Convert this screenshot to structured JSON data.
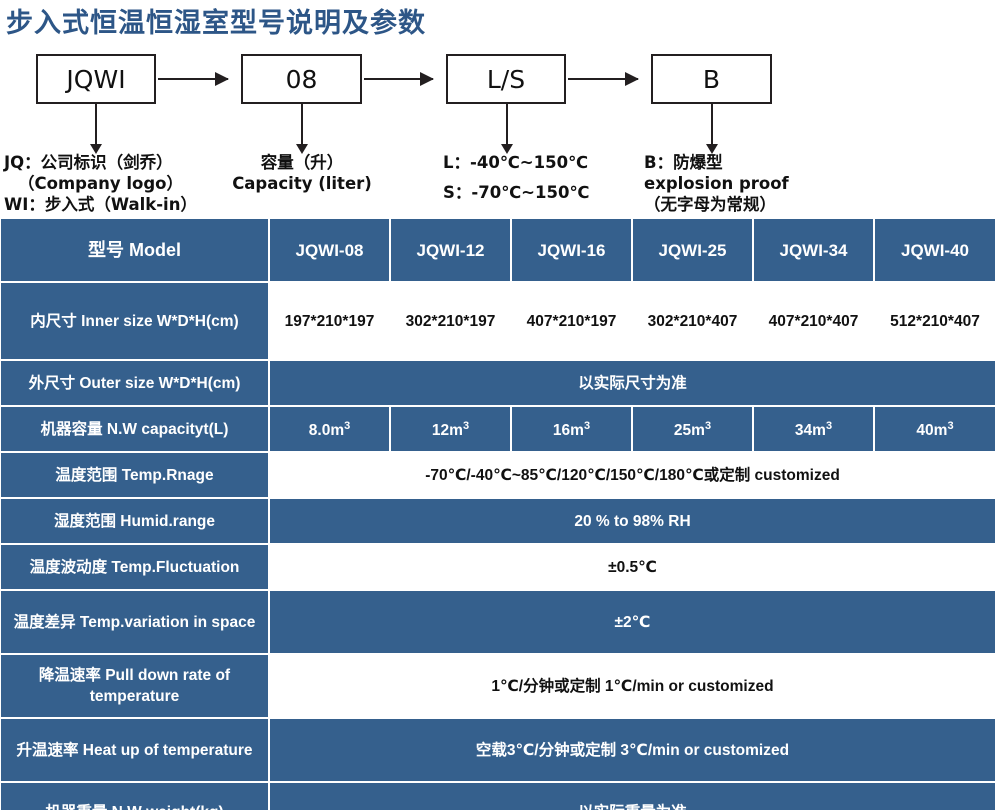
{
  "title": "步入式恒温恒湿室型号说明及参数",
  "diagram": {
    "nodes": [
      {
        "id": "node-jqwi",
        "label": "JQWI"
      },
      {
        "id": "node-08",
        "label": "08"
      },
      {
        "id": "node-ls",
        "label": "L/S"
      },
      {
        "id": "node-b",
        "label": "B"
      }
    ],
    "captions": [
      {
        "id": "caption-jqwi",
        "lines": [
          "JQ：公司标识（剑乔）",
          "（Company logo）",
          "WI：步入式（Walk-in）"
        ]
      },
      {
        "id": "caption-08",
        "lines": [
          "容量（升）",
          "Capacity (liter)"
        ]
      },
      {
        "id": "caption-ls",
        "lines": [
          "L：-40℃~150℃",
          "S：-70℃~150℃"
        ]
      },
      {
        "id": "caption-b",
        "lines": [
          "B：防爆型",
          "explosion proof",
          "（无字母为常规）"
        ]
      }
    ]
  },
  "table": {
    "row_model": {
      "label": "型号 Model",
      "models": [
        "JQWI-08",
        "JQWI-12",
        "JQWI-16",
        "JQWI-25",
        "JQWI-34",
        "JQWI-40"
      ]
    },
    "row_inner": {
      "label": "内尺寸 Inner size W*D*H(cm)",
      "values": [
        "197*210*197",
        "302*210*197",
        "407*210*197",
        "302*210*407",
        "407*210*407",
        "512*210*407"
      ]
    },
    "row_outer": {
      "label": "外尺寸 Outer size W*D*H(cm)",
      "value": "以实际尺寸为准"
    },
    "row_capacity": {
      "label": "机器容量 N.W capacityt(L)",
      "values": [
        "8.0m",
        "12m",
        "16m",
        "25m",
        "34m",
        "40m"
      ],
      "unit_sup": "3"
    },
    "row_temp_range": {
      "label": "温度范围 Temp.Rnage",
      "value": "-70℃/-40℃~85℃/120℃/150℃/180℃或定制 customized"
    },
    "row_humid_range": {
      "label": "湿度范围 Humid.range",
      "value": "20 % to 98% RH"
    },
    "row_temp_fluct": {
      "label": "温度波动度 Temp.Fluctuation",
      "value": "±0.5℃"
    },
    "row_temp_var": {
      "label": "温度差异 Temp.variation in space",
      "value": "±2℃"
    },
    "row_pull_down": {
      "label": "降温速率 Pull down rate of temperature",
      "value": "1℃/分钟或定制    1℃/min or customized"
    },
    "row_heat_up": {
      "label": "升温速率 Heat up of temperature",
      "value": "空载3℃/分钟或定制 3℃/min or customized"
    },
    "row_partial": {
      "label": "机器重量 N.W weight(kg)",
      "value": "以实际重量为准"
    }
  },
  "colors": {
    "brand_blue": "#35608d",
    "title_blue": "#2d5687",
    "line_black": "#231f20"
  }
}
